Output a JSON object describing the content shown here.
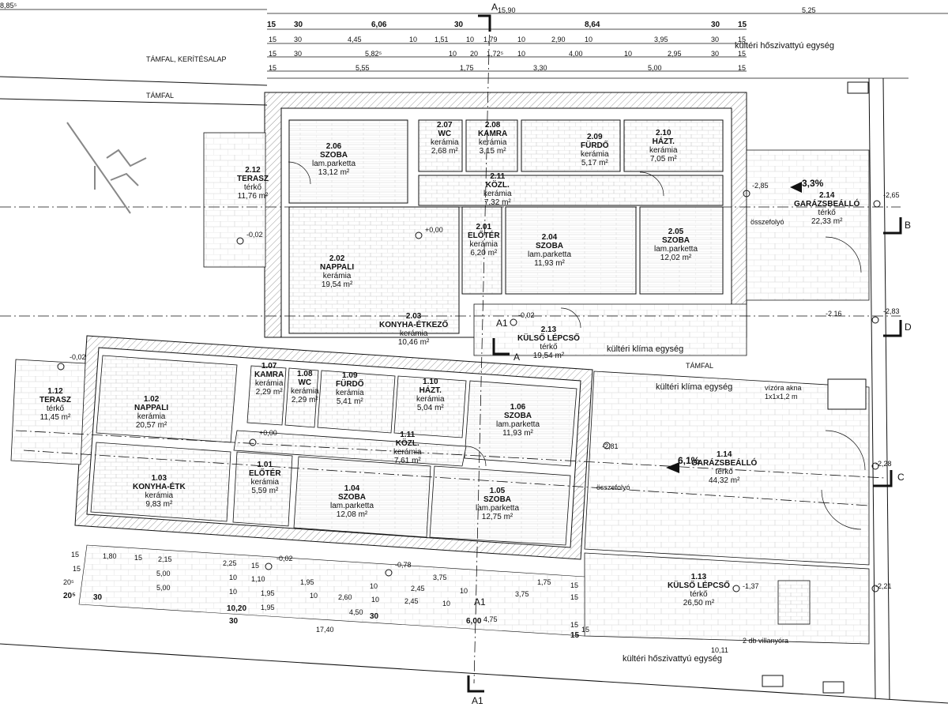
{
  "rooms_upper": [
    {
      "id": "2.06",
      "name": "SZOBA",
      "floor": "lam.parketta",
      "area": "13,12 m²"
    },
    {
      "id": "2.07",
      "name": "WC",
      "floor": "kerámia",
      "area": "2,68 m²"
    },
    {
      "id": "2.08",
      "name": "KAMRA",
      "floor": "kerámia",
      "area": "3,15 m²"
    },
    {
      "id": "2.09",
      "name": "FÜRDŐ",
      "floor": "kerámia",
      "area": "5,17 m²"
    },
    {
      "id": "2.10",
      "name": "HÁZT.",
      "floor": "kerámia",
      "area": "7,05 m²"
    },
    {
      "id": "2.11",
      "name": "KÖZL.",
      "floor": "kerámia",
      "area": "7,32 m²"
    },
    {
      "id": "2.12",
      "name": "TERASZ",
      "floor": "térkő",
      "area": "11,76 m²"
    },
    {
      "id": "2.01",
      "name": "ELŐTÉR",
      "floor": "kerámia",
      "area": "6,20 m²"
    },
    {
      "id": "2.04",
      "name": "SZOBA",
      "floor": "lam.parketta",
      "area": "11,93 m²"
    },
    {
      "id": "2.05",
      "name": "SZOBA",
      "floor": "lam.parketta",
      "area": "12,02 m²"
    },
    {
      "id": "2.02",
      "name": "NAPPALI",
      "floor": "kerámia",
      "area": "19,54 m²"
    },
    {
      "id": "2.03",
      "name": "KONYHA-ÉTKEZŐ",
      "floor": "kerámia",
      "area": "10,46 m²"
    },
    {
      "id": "2.13",
      "name": "KÜLSŐ LÉPCSŐ",
      "floor": "térkő",
      "area": "19,54 m²"
    },
    {
      "id": "2.14",
      "name": "GARÁZSBEÁLLÓ",
      "floor": "térkő",
      "area": "22,33 m²"
    }
  ],
  "rooms_lower": [
    {
      "id": "1.07",
      "name": "KAMRA",
      "floor": "kerámia",
      "area": "2,29 m²"
    },
    {
      "id": "1.08",
      "name": "WC",
      "floor": "kerámia",
      "area": "2,29 m²"
    },
    {
      "id": "1.09",
      "name": "FÜRDŐ",
      "floor": "kerámia",
      "area": "5,41 m²"
    },
    {
      "id": "1.10",
      "name": "HÁZT.",
      "floor": "kerámia",
      "area": "5,04 m²"
    },
    {
      "id": "1.06",
      "name": "SZOBA",
      "floor": "lam.parketta",
      "area": "11,93 m²"
    },
    {
      "id": "1.02",
      "name": "NAPPALI",
      "floor": "kerámia",
      "area": "20,57 m²"
    },
    {
      "id": "1.12",
      "name": "TERASZ",
      "floor": "térkő",
      "area": "11,45 m²"
    },
    {
      "id": "1.11",
      "name": "KÖZL.",
      "floor": "kerámia",
      "area": "7,61 m²"
    },
    {
      "id": "1.01",
      "name": "ELŐTÉR",
      "floor": "kerámia",
      "area": "5,59 m²"
    },
    {
      "id": "1.03",
      "name": "KONYHA-ÉTK",
      "floor": "kerámia",
      "area": "9,83 m²"
    },
    {
      "id": "1.04",
      "name": "SZOBA",
      "floor": "lam.parketta",
      "area": "12,08 m²"
    },
    {
      "id": "1.05",
      "name": "SZOBA",
      "floor": "lam.parketta",
      "area": "12,75 m²"
    },
    {
      "id": "1.14",
      "name": "GARÁZSBEÁLLÓ",
      "floor": "térkő",
      "area": "44,32 m²"
    },
    {
      "id": "1.13",
      "name": "KÜLSŐ LÉPCSŐ",
      "floor": "térkő",
      "area": "26,50 m²"
    }
  ],
  "notes": {
    "tamfal_keritesalap": "TÁMFAL, KERÍTÉSALAP",
    "tamfal": "TÁMFAL",
    "tamfal2": "TÁMFAL",
    "heatpump_top": "kültéri hőszivattyú egység",
    "heatpump_bottom": "kültéri hőszivattyú egység",
    "klima1": "kültéri klíma egység",
    "klima2": "kültéri klíma egység",
    "vizora1": "vízóra akna",
    "vizora2": "1x1x1,2 m",
    "villanyora": "2 db villanyóra",
    "osszefolyo1": "összefolyó",
    "osszefolyo2": "összefolyó"
  },
  "grades": {
    "upper": "3,3%",
    "lower": "6,1%"
  },
  "levels": [
    "+0,00",
    "-0,02",
    "+0,00",
    "-0,02",
    "-2,85",
    "-2,65",
    "-2,83",
    "-2,16",
    "-2,81",
    "-2,28",
    "-1,37",
    "-2,21",
    "-0,78",
    "-0,02",
    "-0,02"
  ],
  "axes": {
    "a_top": "A",
    "a_mid": "A",
    "a_low": "A1",
    "a_bottom": "A1",
    "b": "B",
    "c": "C",
    "d": "D",
    "a1_mid": "A1"
  },
  "top_dims": {
    "row1": [
      "15",
      "30",
      "6,06",
      "30",
      "8,64",
      "30",
      "15"
    ],
    "row2": [
      "15",
      "30",
      "4,45",
      "10",
      "1,51",
      "10",
      "1,79",
      "10",
      "2,90",
      "10",
      "3,95",
      "30",
      "15"
    ],
    "row3": [
      "15",
      "30",
      "5,82⁵",
      "10",
      "20",
      "1,72⁵",
      "10",
      "4,00",
      "10",
      "2,95",
      "30",
      "15"
    ],
    "row4": [
      "15",
      "5,55",
      "1,75",
      "3,30",
      "5,00",
      "15"
    ],
    "overall": "15,90",
    "right": "5,25",
    "left": "8,85⁵"
  },
  "bottom_dims": {
    "r1": [
      "15",
      "1,80",
      "15",
      "2,15",
      "2,25",
      "15"
    ],
    "r2": [
      "15",
      "5,00",
      "10",
      "1,10",
      "1,95",
      "10",
      "2,45",
      "10",
      "3,75",
      "15"
    ],
    "r3": [
      "20⁵",
      "5,00",
      "10",
      "1,95",
      "10",
      "2,60",
      "10",
      "2,45",
      "10",
      "3,75",
      "1,75",
      "15"
    ],
    "r4": [
      "20⁵",
      "30",
      "1,95",
      "4,50",
      "4,75",
      "15"
    ],
    "r5": [
      "10,20",
      "30",
      "30",
      "15"
    ],
    "r6": [
      "17,40",
      "6,00",
      "15"
    ],
    "site": "10,11"
  }
}
